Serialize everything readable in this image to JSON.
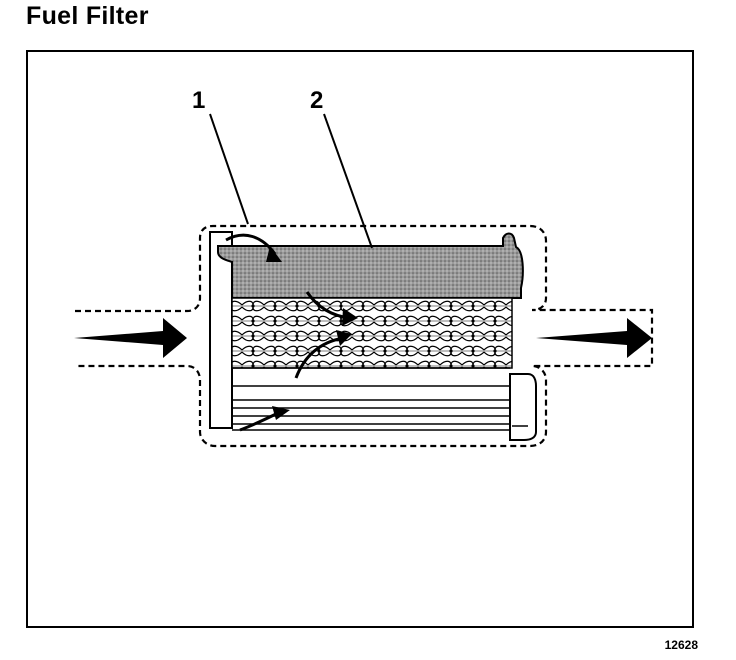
{
  "title": "Fuel Filter",
  "figure_number": "12628",
  "callouts": [
    {
      "label": "1",
      "name": "filter-housing"
    },
    {
      "label": "2",
      "name": "filter-element-top"
    }
  ]
}
